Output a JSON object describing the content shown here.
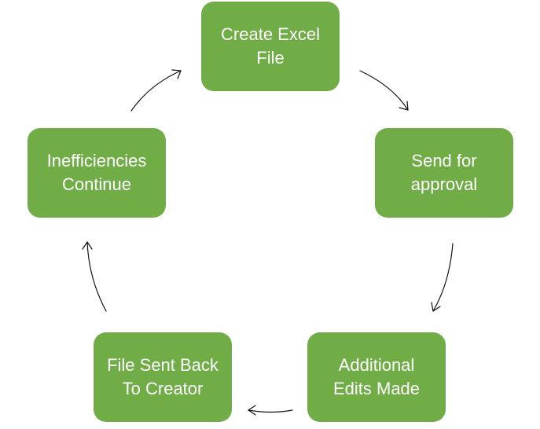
{
  "diagram": {
    "nodes": [
      {
        "id": "create",
        "label": "Create Excel\nFile"
      },
      {
        "id": "send",
        "label": "Send for\napproval"
      },
      {
        "id": "edits",
        "label": "Additional\nEdits Made"
      },
      {
        "id": "back",
        "label": "File Sent Back\nTo Creator"
      },
      {
        "id": "ineff",
        "label": "Inefficiencies\nContinue"
      }
    ],
    "edges": [
      {
        "from": "create",
        "to": "send"
      },
      {
        "from": "send",
        "to": "edits"
      },
      {
        "from": "edits",
        "to": "back"
      },
      {
        "from": "back",
        "to": "ineff"
      },
      {
        "from": "ineff",
        "to": "create"
      }
    ],
    "colors": {
      "node_fill": "#70ad47",
      "node_text": "#ffffff",
      "arrow": "#111111"
    }
  }
}
